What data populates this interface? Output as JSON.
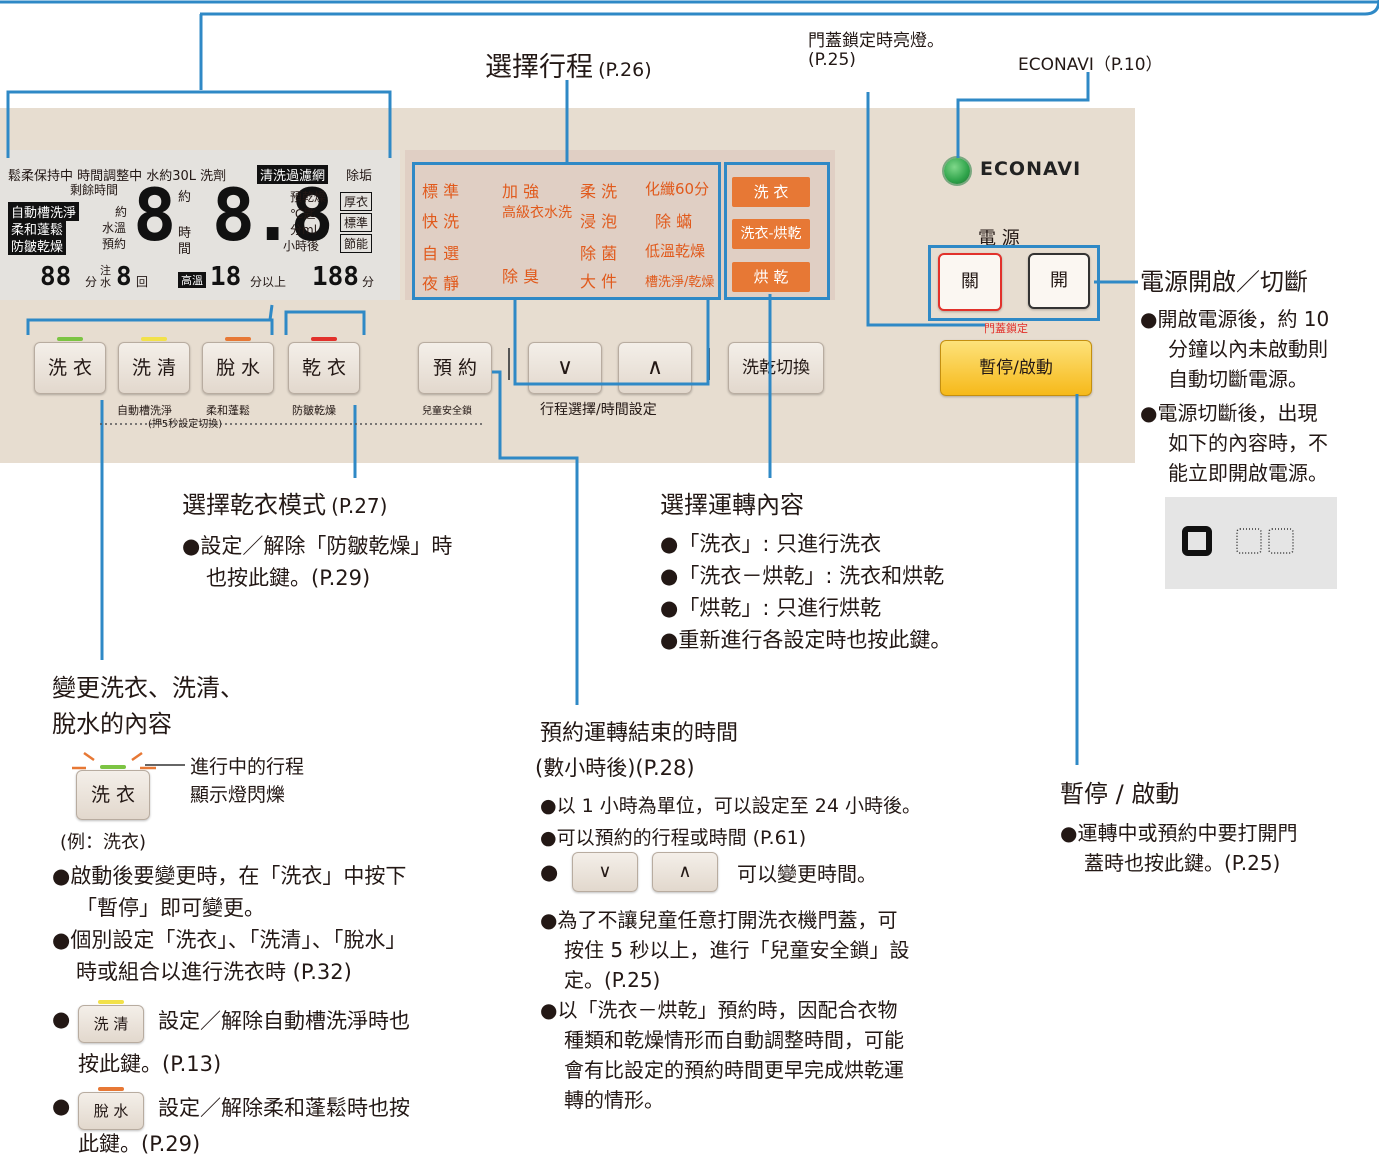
{
  "panel": {
    "lcd_top_labels": "鬆柔保持中 時間調整中 水約30L 洗劑",
    "lcd_filter_tag": "清洗過濾網",
    "lcd_descale": "除垢",
    "lcd_remaining": "剩餘時間",
    "lcd_left_tags": [
      "自動槽洗淨",
      "柔和蓬鬆",
      "防皺乾燥"
    ],
    "lcd_mid_labels": [
      "約",
      "水溫",
      "預約"
    ],
    "lcd_big_digits": "8 8.8",
    "lcd_yue": "約",
    "lcd_shi": "時",
    "lcd_jian": "間",
    "lcd_right_labels": [
      "預乾燥",
      "℃匙",
      "分ml",
      "小時後"
    ],
    "lcd_box_labels": [
      "厚衣",
      "標準",
      "節能"
    ],
    "lcd_bottom": {
      "d1": "88",
      "u1": "分",
      "rinse_label": "注水",
      "d2": "8",
      "u2": "回",
      "high_temp": "高溫",
      "d3": "18",
      "u3": "分以上",
      "d4": "188",
      "u4": "分"
    },
    "courses": [
      [
        "標 準",
        "加 強",
        "柔 洗",
        "化纖60分"
      ],
      [
        "快 洗",
        "高級衣水洗",
        "浸 泡",
        "除 蟎"
      ],
      [
        "自 選",
        "",
        "除 菌",
        "低溫乾燥"
      ],
      [
        "夜 靜",
        "除 臭",
        "大 件",
        "槽洗淨/乾燥"
      ]
    ],
    "modes": [
      "洗 衣",
      "洗衣-烘乾",
      "烘 乾"
    ],
    "econavi_label": "ECONAVI",
    "power_label": "電 源",
    "off_label": "關",
    "on_label": "開",
    "lid_lock_label": "門蓋鎖定",
    "pause_label": "暫停/啟動",
    "buttons": {
      "wash": "洗 衣",
      "rinse": "洗 清",
      "spin": "脫 水",
      "dry": "乾 衣",
      "reserve": "預 約",
      "down": "∨",
      "up": "∧",
      "switch": "洗乾切換"
    },
    "sub_labels": {
      "auto_clean": "自動槽洗淨",
      "soft": "柔和蓬鬆",
      "hold5": "(押5秒設定切換)",
      "anti_wrinkle": "防皺乾燥",
      "child_lock": "兒童安全鎖",
      "course_time": "行程選擇/時間設定"
    }
  },
  "annotations": {
    "select_course": {
      "title": "選擇行程",
      "ref": "(P.26)"
    },
    "lid_lock": {
      "line1": "門蓋鎖定時亮燈。",
      "line2": "(P.25)"
    },
    "econavi": {
      "text": "ECONAVI（P.10）"
    },
    "power": {
      "title": "電源開啟／切斷",
      "bullets": [
        [
          "開啟電源後，約 10",
          "分鐘以內未啟動則",
          "自動切斷電源。"
        ],
        [
          "電源切斷後，出現",
          "如下的內容時，不",
          "能立即開啟電源。"
        ]
      ]
    },
    "dry_mode": {
      "title": "選擇乾衣模式",
      "ref": "(P.27)",
      "bullets": [
        [
          "設定／解除「防皺乾燥」時",
          "也按此鍵。(P.29)"
        ]
      ]
    },
    "operation": {
      "title": "選擇運轉內容",
      "bullets": [
        [
          "「洗衣」: 只進行洗衣"
        ],
        [
          "「洗衣－烘乾」: 洗衣和烘乾"
        ],
        [
          "「烘乾」: 只進行烘乾"
        ],
        [
          "重新進行各設定時也按此鍵。"
        ]
      ]
    },
    "change_wash": {
      "title1": "變更洗衣、洗清、",
      "title2": "脫水的內容",
      "demo_button": "洗 衣",
      "demo_note1": "進行中的行程",
      "demo_note2": "顯示燈閃爍",
      "example": "(例：洗衣)",
      "bullets": [
        [
          "啟動後要變更時，在「洗衣」中按下",
          "「暫停」即可變更。"
        ],
        [
          "個別設定「洗衣」、「洗清」、「脫水」",
          "時或組合以進行洗衣時 (P.32)"
        ]
      ],
      "rinse_icon": "洗 清",
      "rinse_note1": "設定／解除自動槽洗淨時也",
      "rinse_note2": "按此鍵。(P.13)",
      "spin_icon": "脫 水",
      "spin_note1": "設定／解除柔和蓬鬆時也按",
      "spin_note2": "此鍵。(P.29)"
    },
    "reserve": {
      "title1": "預約運轉結束的時間",
      "title2": "(數小時後)(P.28)",
      "bullets": [
        [
          "以 1 小時為單位，可以設定至 24 小時後。"
        ],
        [
          "可以預約的行程或時間 (P.61)"
        ]
      ],
      "btn_down": "∨",
      "btn_up": "∧",
      "change_time": "可以變更時間。",
      "bullets2": [
        [
          "為了不讓兒童任意打開洗衣機門蓋，可",
          "按住 5 秒以上，進行「兒童安全鎖」設",
          "定。(P.25)"
        ],
        [
          "以「洗衣－烘乾」預約時，因配合衣物",
          "種類和乾燥情形而自動調整時間，可能",
          "會有比設定的預約時間更早完成烘乾運",
          "轉的情形。"
        ]
      ]
    },
    "pause": {
      "title": "暫停 / 啟動",
      "bullets": [
        [
          "運轉中或預約中要打開門",
          "蓋時也按此鍵。(P.25)"
        ]
      ]
    }
  },
  "colors": {
    "accent_blue": "#2f89c6",
    "orange": "#e77835",
    "pause_yellow": "#f6c61c",
    "econavi_green": "#2ea34a"
  }
}
